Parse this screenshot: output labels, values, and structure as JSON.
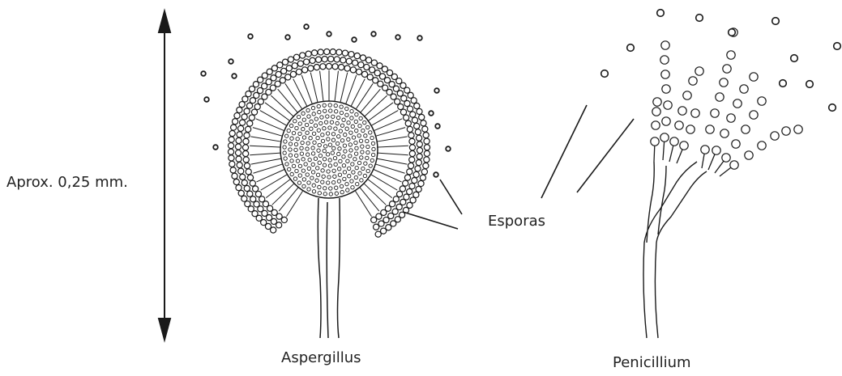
{
  "labels": {
    "scale": "Aprox. 0,25 mm.",
    "spores": "Esporas",
    "aspergillus": "Aspergillus",
    "penicillium": "Penicillium"
  },
  "colors": {
    "ink": "#1a1a1a",
    "background": "#ffffff"
  }
}
